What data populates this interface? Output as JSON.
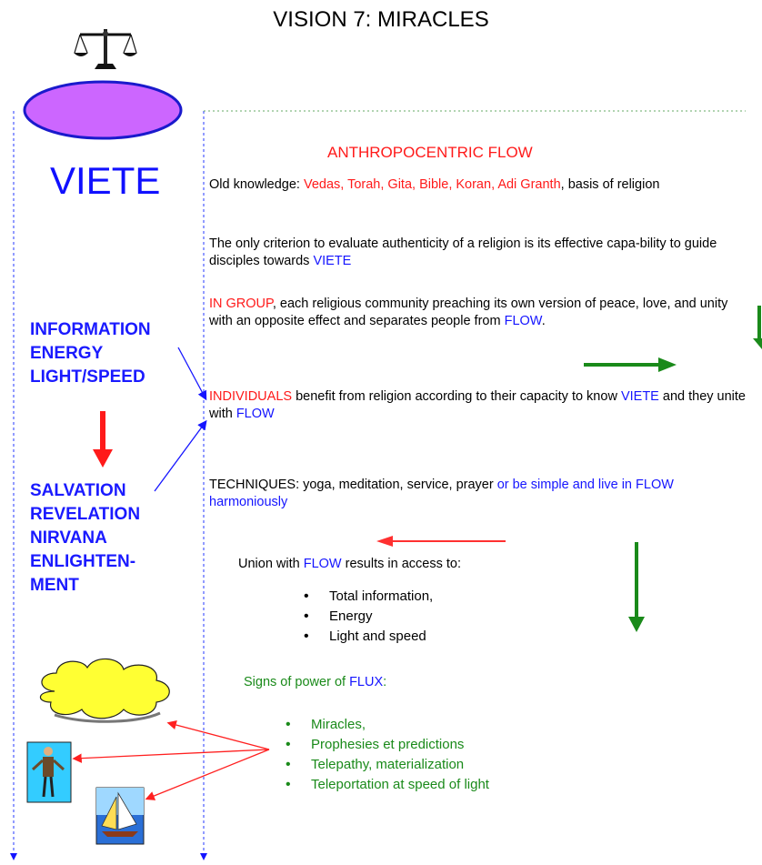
{
  "title": "VISION 7: MIRACLES",
  "viete_label": "VIETE",
  "left_stack_top": [
    "INFORMATION",
    "ENERGY",
    "LIGHT/SPEED"
  ],
  "left_stack_bottom": [
    "SALVATION",
    "REVELATION",
    "NIRVANA",
    "ENLIGHTEN-",
    "MENT"
  ],
  "heading": "ANTHROPOCENTRIC FLOW",
  "para1": {
    "prefix": "Old knowledge: ",
    "texts": "Vedas, Torah, Gita, Bible, Koran, Adi Granth",
    "suffix": ", basis of religion"
  },
  "para2": {
    "text": "The only criterion to evaluate authenticity of a religion is its effective capa-bility to guide disciples towards ",
    "highlight": "VIETE"
  },
  "para3": {
    "highlight": "IN GROUP",
    "text": ", each religious community preaching its own version of peace, love, and unity with an opposite effect and separates people from ",
    "flow": "FLOW",
    "end": "."
  },
  "para4": {
    "highlight": "INDIVIDUALS",
    "text": " benefit from religion according to their capacity to know ",
    "viete": "VIETE",
    "mid": " and they unite with ",
    "flow": "FLOW"
  },
  "para5": {
    "prefix": "TECHNIQUES: yoga, meditation, service, prayer",
    "blue": " or be simple and live in FLOW harmoniously"
  },
  "union": {
    "prefix": "Union with ",
    "flow": "FLOW",
    "suffix": " results in access to:",
    "items": [
      "Total information,",
      "Energy",
      "Light and speed"
    ]
  },
  "signs": {
    "prefix": "Signs of power of ",
    "flux": "FLUX",
    "suffix": ":",
    "items": [
      "Miracles,",
      "Prophesies et predictions",
      "Telepathy, materialization",
      "Teleportation at speed of light"
    ]
  },
  "colors": {
    "red": "#ff1a1a",
    "blue": "#1515ff",
    "green": "#1a8a1a",
    "ellipse_fill": "#cc66ff",
    "ellipse_stroke": "#1a1acc",
    "cloud_fill": "#ffff33"
  },
  "icons": [
    "balance-scale-icon",
    "ellipse-icon",
    "cloud-icon",
    "man-figure-icon",
    "sailboat-icon"
  ]
}
